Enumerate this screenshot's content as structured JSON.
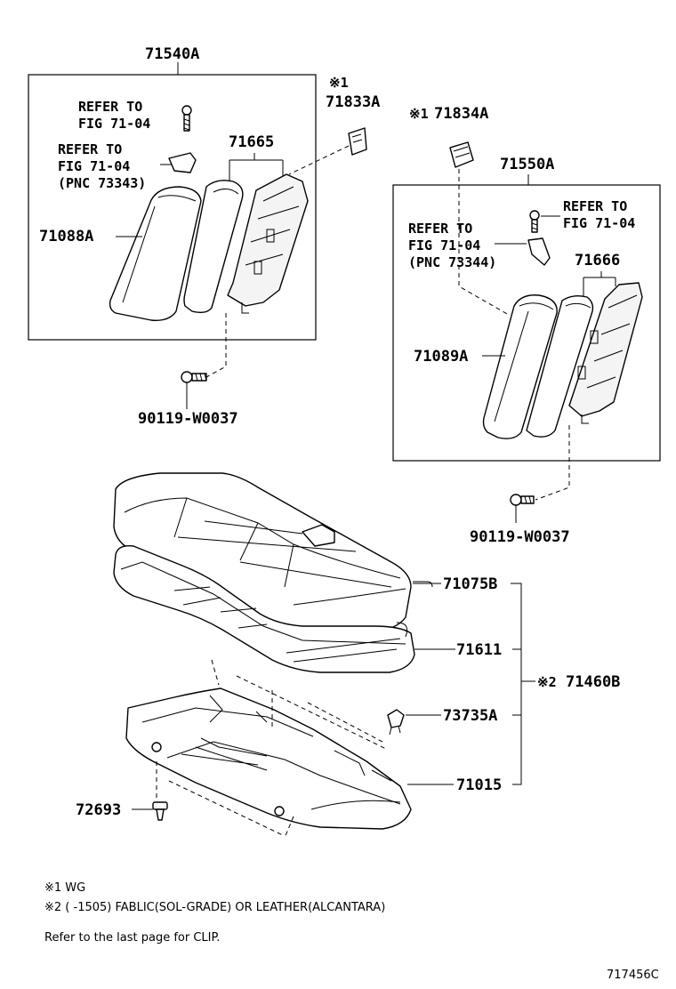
{
  "labels": {
    "assy_left": "71540A",
    "assy_right": "71550A",
    "marker_1": "※1",
    "part_71833A": "71833A",
    "part_71834A": "71834A",
    "part_71665": "71665",
    "part_71666": "71666",
    "part_71088A": "71088A",
    "part_71089A": "71089A",
    "bolt_left": "90119-W0037",
    "bolt_right": "90119-W0037",
    "part_71075B": "71075B",
    "part_71611": "71611",
    "part_71460B": "71460B",
    "marker_2": "※2",
    "part_73735A": "73735A",
    "part_71015": "71015",
    "part_72693": "72693"
  },
  "refs": {
    "left_a": [
      "REFER TO",
      "FIG 71-04"
    ],
    "left_b": [
      "REFER TO",
      "FIG 71-04",
      "(PNC 73343)"
    ],
    "right_a": [
      "REFER TO",
      "FIG 71-04"
    ],
    "right_b": [
      "REFER TO",
      "FIG 71-04",
      "(PNC 73344)"
    ]
  },
  "notes": {
    "note1": "※1 WG",
    "note2": "※2 (      -1505) FABLIC(SOL-GRADE) OR LEATHER(ALCANTARA)",
    "note3": "Refer to the last page for CLIP.",
    "figure_id": "717456C"
  }
}
